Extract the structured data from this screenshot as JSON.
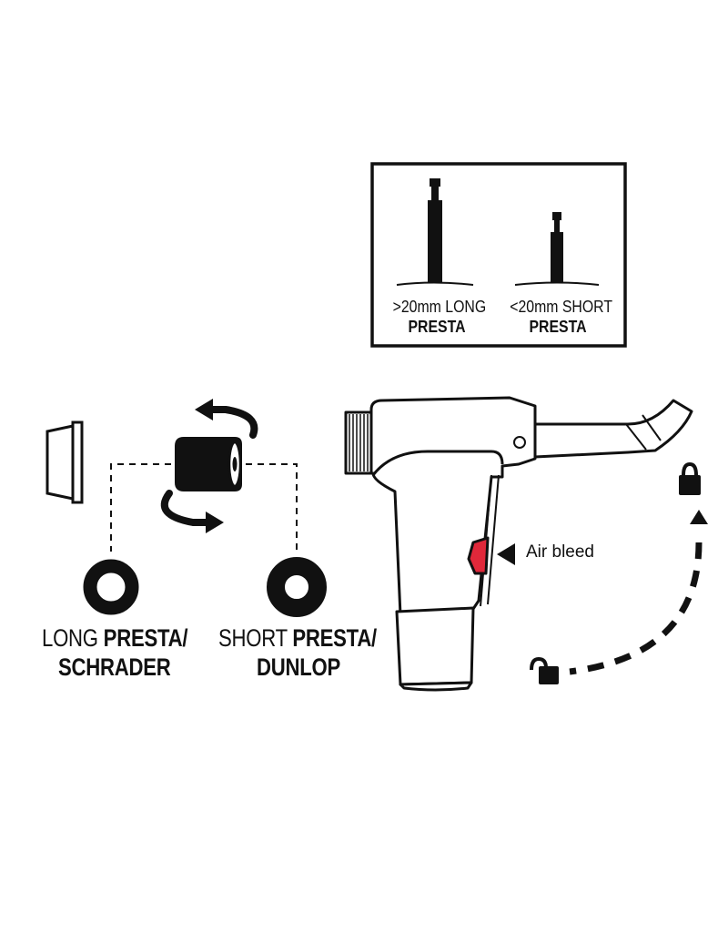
{
  "inset": {
    "long_size": ">20mm LONG",
    "long_type": "PRESTA",
    "short_size": "<20mm SHORT",
    "short_type": "PRESTA"
  },
  "adapter": {
    "long_light": "LONG ",
    "long_bold": "PRESTA/",
    "long_line2": "SCHRADER",
    "short_light": "SHORT ",
    "short_bold": "PRESTA/",
    "short_line2": "DUNLOP"
  },
  "pump": {
    "air_bleed_label": "Air bleed",
    "air_bleed_color": "#e0283a"
  },
  "icons": [
    "cap-icon",
    "rotate-arrow-icon",
    "rubber-insert-icon",
    "washer-icon",
    "pump-head-icon",
    "lock-icon",
    "unlock-icon",
    "arrow-up-icon",
    "arrow-left-icon"
  ]
}
